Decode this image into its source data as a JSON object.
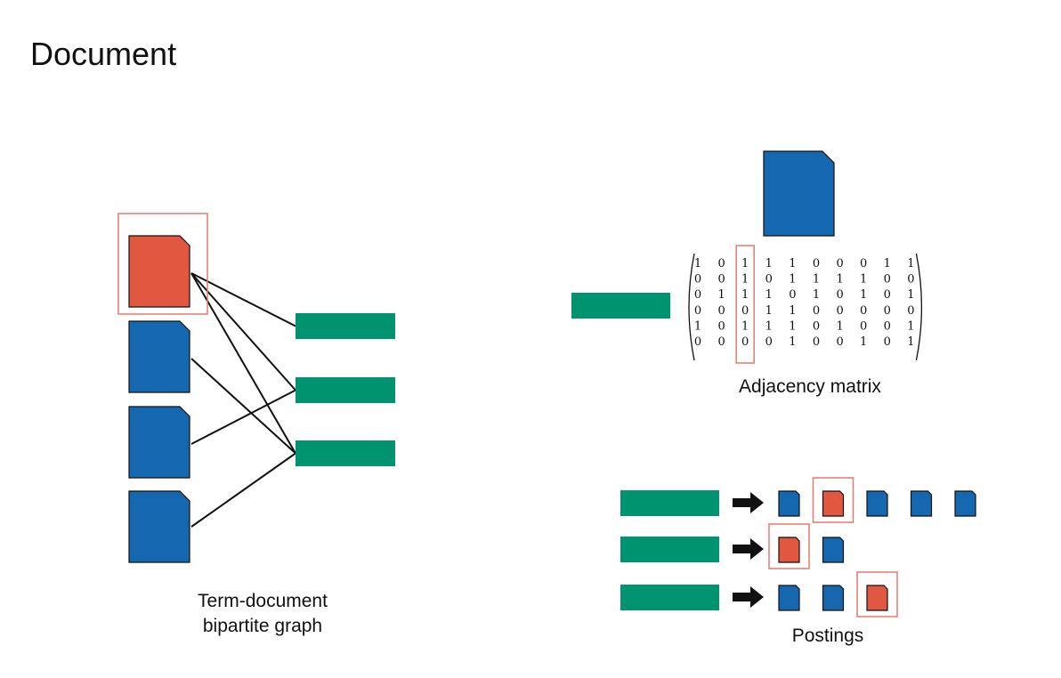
{
  "title": "Document",
  "colors": {
    "term": "#00936f",
    "doc_blue": "#1567b0",
    "doc_red": "#e2573f",
    "highlight": "#e27b6c",
    "line": "#111111"
  },
  "bipartite": {
    "caption_line1": "Term-document",
    "caption_line2": "bipartite graph",
    "documents": [
      "red",
      "blue",
      "blue",
      "blue"
    ],
    "highlighted_document": 0,
    "term_count": 3,
    "edges": [
      [
        0,
        0
      ],
      [
        0,
        1
      ],
      [
        0,
        2
      ],
      [
        1,
        2
      ],
      [
        2,
        1
      ],
      [
        3,
        2
      ]
    ]
  },
  "adjacency": {
    "caption": "Adjacency matrix",
    "highlighted_column": 2,
    "matrix": [
      [
        1,
        0,
        1,
        1,
        1,
        0,
        0,
        0,
        1,
        1
      ],
      [
        0,
        0,
        1,
        0,
        1,
        1,
        1,
        1,
        0,
        0
      ],
      [
        0,
        1,
        1,
        1,
        0,
        1,
        0,
        1,
        0,
        1
      ],
      [
        0,
        0,
        0,
        1,
        1,
        0,
        0,
        0,
        0,
        0
      ],
      [
        1,
        0,
        1,
        1,
        1,
        0,
        1,
        0,
        0,
        1
      ],
      [
        0,
        0,
        0,
        0,
        1,
        0,
        0,
        1,
        0,
        1
      ]
    ]
  },
  "postings": {
    "caption": "Postings",
    "lists": [
      {
        "docs": [
          "blue",
          "red",
          "blue",
          "blue",
          "blue"
        ],
        "highlighted": 1
      },
      {
        "docs": [
          "red",
          "blue"
        ],
        "highlighted": 0
      },
      {
        "docs": [
          "blue",
          "blue",
          "red"
        ],
        "highlighted": 2
      }
    ]
  }
}
